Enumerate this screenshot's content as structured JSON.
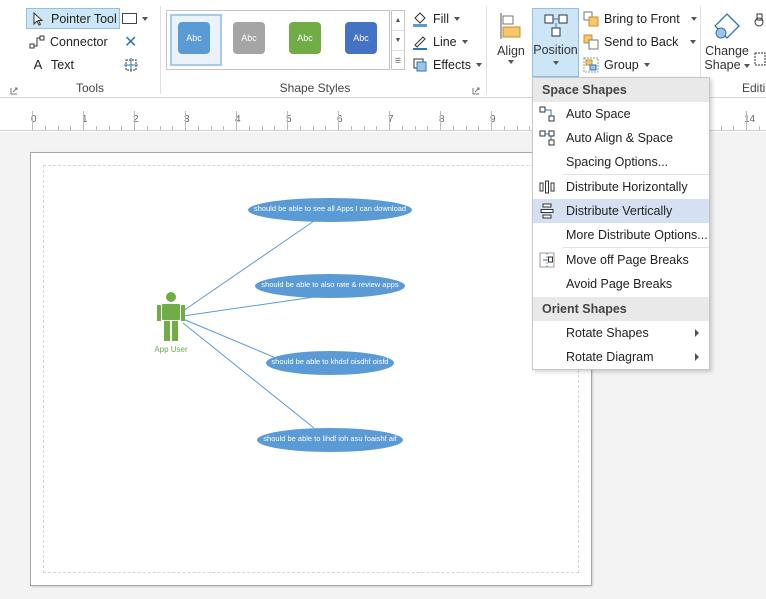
{
  "ribbon": {
    "tools": {
      "pointer": "Pointer Tool",
      "connector": "Connector",
      "text": "Text",
      "label": "Tools"
    },
    "shape_styles": {
      "label": "Shape Styles",
      "swatches": [
        "Abc",
        "Abc",
        "Abc",
        "Abc"
      ],
      "fill": "Fill",
      "line": "Line",
      "effects": "Effects"
    },
    "arrange": {
      "align": "Align",
      "position": "Position",
      "bring_front": "Bring to Front",
      "send_back": "Send to Back",
      "group": "Group"
    },
    "change_shape": {
      "line1": "Change",
      "line2": "Shape"
    },
    "editing_label": "Editi"
  },
  "ruler": {
    "numbers": [
      "0",
      "1",
      "2",
      "3",
      "4",
      "5",
      "6",
      "7",
      "8",
      "9",
      "14"
    ]
  },
  "diagram": {
    "actor": "App User",
    "use_cases": [
      "should be able to see all Apps I can download",
      "should be able to also rate & review apps",
      "should be able to khdsf oisdhf oisfd",
      "should be able to lihdf ioh asu foaishf aif"
    ]
  },
  "menu": {
    "header_space": "Space Shapes",
    "auto_space": "Auto Space",
    "auto_align": "Auto Align & Space",
    "spacing_options": "Spacing Options...",
    "distribute_h": "Distribute Horizontally",
    "distribute_v": "Distribute Vertically",
    "more_distribute": "More Distribute Options...",
    "move_off": "Move off Page Breaks",
    "avoid": "Avoid Page Breaks",
    "header_orient": "Orient Shapes",
    "rotate_shapes": "Rotate Shapes",
    "rotate_diagram": "Rotate Diagram"
  },
  "colors": {
    "accent_blue": "#5b9bd5",
    "swatch_blue": "#5b9bd5",
    "swatch_gray": "#a5a5a5",
    "swatch_green": "#70ad47",
    "swatch_dark_blue": "#4472c4",
    "actor_green": "#70ad47",
    "menu_highlight": "#d5e1f2"
  }
}
